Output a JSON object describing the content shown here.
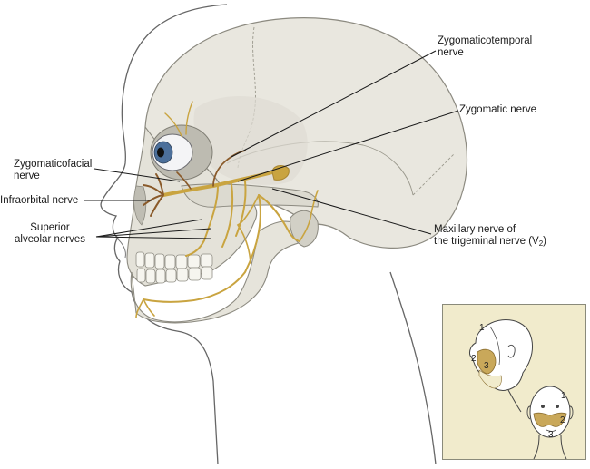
{
  "labels": {
    "zygomaticotemporal": [
      "Zygomaticotemporal",
      "nerve"
    ],
    "zygomatic": "Zygomatic nerve",
    "zygomaticofacial": [
      "Zygomaticofacial",
      "nerve"
    ],
    "infraorbital": "Infraorbital nerve",
    "superior_alveolar": [
      "Superior",
      "alveolar nerves"
    ],
    "maxillary_line1": "Maxillary nerve of",
    "maxillary_line2_main": "the trigeminal nerve (V",
    "maxillary_line2_sub": "2",
    "maxillary_line2_end": ")"
  },
  "inset": {
    "profile_numbers": [
      "1",
      "2",
      "3"
    ],
    "front_numbers": [
      "1",
      "2",
      "3"
    ]
  },
  "colors": {
    "skull": "#e9e7df",
    "skull_shadow": "#cfcdc3",
    "skin_outline": "#555555",
    "nerve": "#c9a440",
    "nerve_dark": "#8a5a2a",
    "inset_bg": "#f1ebcc",
    "inset_shade": "#c9a85a"
  }
}
